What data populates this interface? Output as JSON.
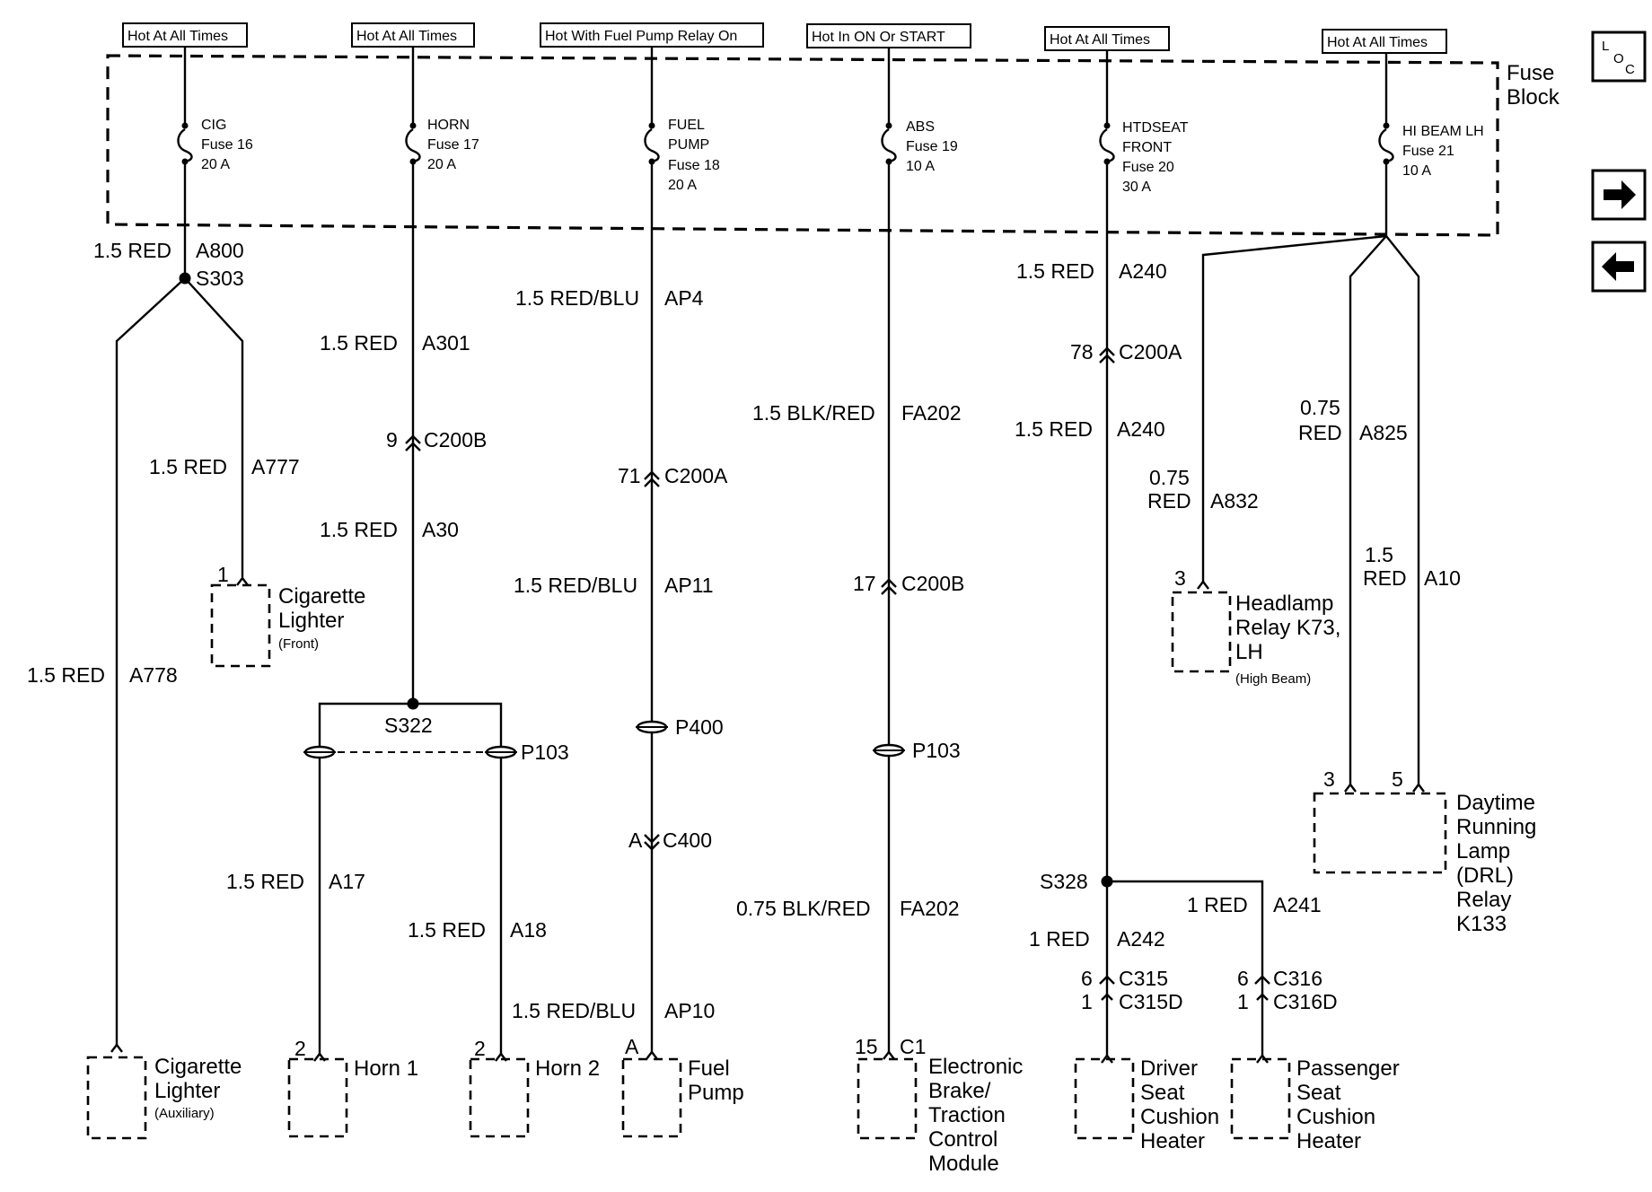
{
  "headers": {
    "c1": "Hot At All Times",
    "c2": "Hot At All Times",
    "c3": "Hot With Fuel Pump Relay On",
    "c4": "Hot In ON Or START",
    "c5": "Hot At All Times",
    "c6": "Hot At All Times"
  },
  "fuse_block": {
    "l1": "Fuse",
    "l2": "Block"
  },
  "fuses": {
    "f16": [
      "CIG",
      "Fuse 16",
      "20 A"
    ],
    "f17": [
      "HORN",
      "Fuse 17",
      "20 A"
    ],
    "f18": [
      "FUEL",
      "PUMP",
      "Fuse 18",
      "20 A"
    ],
    "f19": [
      "ABS",
      "Fuse 19",
      "10 A"
    ],
    "f20": [
      "HTDSEAT",
      "FRONT",
      "Fuse 20",
      "30 A"
    ],
    "f21": [
      "HI BEAM LH",
      "Fuse 21",
      "10 A"
    ]
  },
  "wires": {
    "w_a800": {
      "l": "1.5 RED",
      "r": "A800"
    },
    "w_a777": {
      "l": "1.5 RED",
      "r": "A777"
    },
    "w_a778": {
      "l": "1.5 RED",
      "r": "A778"
    },
    "w_a301": {
      "l": "1.5 RED",
      "r": "A301"
    },
    "w_a30": {
      "l": "1.5 RED",
      "r": "A30"
    },
    "w_a17": {
      "l": "1.5 RED",
      "r": "A17"
    },
    "w_a18": {
      "l": "1.5 RED",
      "r": "A18"
    },
    "w_ap4": {
      "l": "1.5 RED/BLU",
      "r": "AP4"
    },
    "w_ap11": {
      "l": "1.5 RED/BLU",
      "r": "AP11"
    },
    "w_ap10": {
      "l": "1.5 RED/BLU",
      "r": "AP10"
    },
    "w_fa202a": {
      "l": "1.5 BLK/RED",
      "r": "FA202"
    },
    "w_fa202b": {
      "l": "0.75 BLK/RED",
      "r": "FA202"
    },
    "w_a240a": {
      "l": "1.5 RED",
      "r": "A240"
    },
    "w_a240b": {
      "l": "1.5 RED",
      "r": "A240"
    },
    "w_a242": {
      "l": "1 RED",
      "r": "A242"
    },
    "w_a241": {
      "l": "1 RED",
      "r": "A241"
    },
    "w_a832": {
      "l1": "0.75",
      "l2": "RED",
      "r": "A832"
    },
    "w_a825": {
      "l1": "0.75",
      "l2": "RED",
      "r": "A825"
    },
    "w_a10": {
      "l1": "1.5",
      "l2": "RED",
      "r": "A10"
    }
  },
  "splices": {
    "s303": "S303",
    "s322": "S322",
    "s328": "S328"
  },
  "connectors": {
    "c200b_1": {
      "pin": "9",
      "name": "C200B"
    },
    "c200a_1": {
      "pin": "71",
      "name": "C200A"
    },
    "c200b_2": {
      "pin": "17",
      "name": "C200B"
    },
    "c200a_2": {
      "pin": "78",
      "name": "C200A"
    },
    "c400": {
      "pin": "A",
      "name": "C400"
    },
    "p400": "P400",
    "p103_1": "P103",
    "p103_2": "P103",
    "c315": {
      "pin": "6",
      "name": "C315"
    },
    "c315d": {
      "pin": "1",
      "name": "C315D"
    },
    "c316": {
      "pin": "6",
      "name": "C316"
    },
    "c316d": {
      "pin": "1",
      "name": "C316D"
    }
  },
  "components": {
    "cig_front": {
      "lines": [
        "Cigarette",
        "Lighter"
      ],
      "sub": "(Front)",
      "pin": "1"
    },
    "cig_aux": {
      "lines": [
        "Cigarette",
        "Lighter"
      ],
      "sub": "(Auxiliary)"
    },
    "horn1": {
      "lines": [
        "Horn 1"
      ],
      "pin": "2"
    },
    "horn2": {
      "lines": [
        "Horn 2"
      ],
      "pin": "2"
    },
    "fuel_pump": {
      "lines": [
        "Fuel",
        "Pump"
      ],
      "pin": "A"
    },
    "ebtcm": {
      "lines": [
        "Electronic",
        "Brake/",
        "Traction",
        "Control",
        "Module"
      ],
      "pin": "15",
      "conn": "C1"
    },
    "driver_seat": {
      "lines": [
        "Driver",
        "Seat",
        "Cushion",
        "Heater"
      ]
    },
    "pass_seat": {
      "lines": [
        "Passenger",
        "Seat",
        "Cushion",
        "Heater"
      ]
    },
    "headlamp_relay": {
      "lines": [
        "Headlamp",
        "Relay K73,",
        "LH"
      ],
      "sub": "(High Beam)",
      "pin": "3"
    },
    "drl_relay": {
      "lines": [
        "Daytime",
        "Running",
        "Lamp",
        "(DRL)",
        "Relay",
        "K133"
      ],
      "pin_a": "3",
      "pin_b": "5"
    }
  },
  "nav": {
    "loc_l": "L",
    "loc_o": "O",
    "loc_c": "C",
    "next_icon": "arrow-right-icon",
    "prev_icon": "arrow-left-icon"
  }
}
